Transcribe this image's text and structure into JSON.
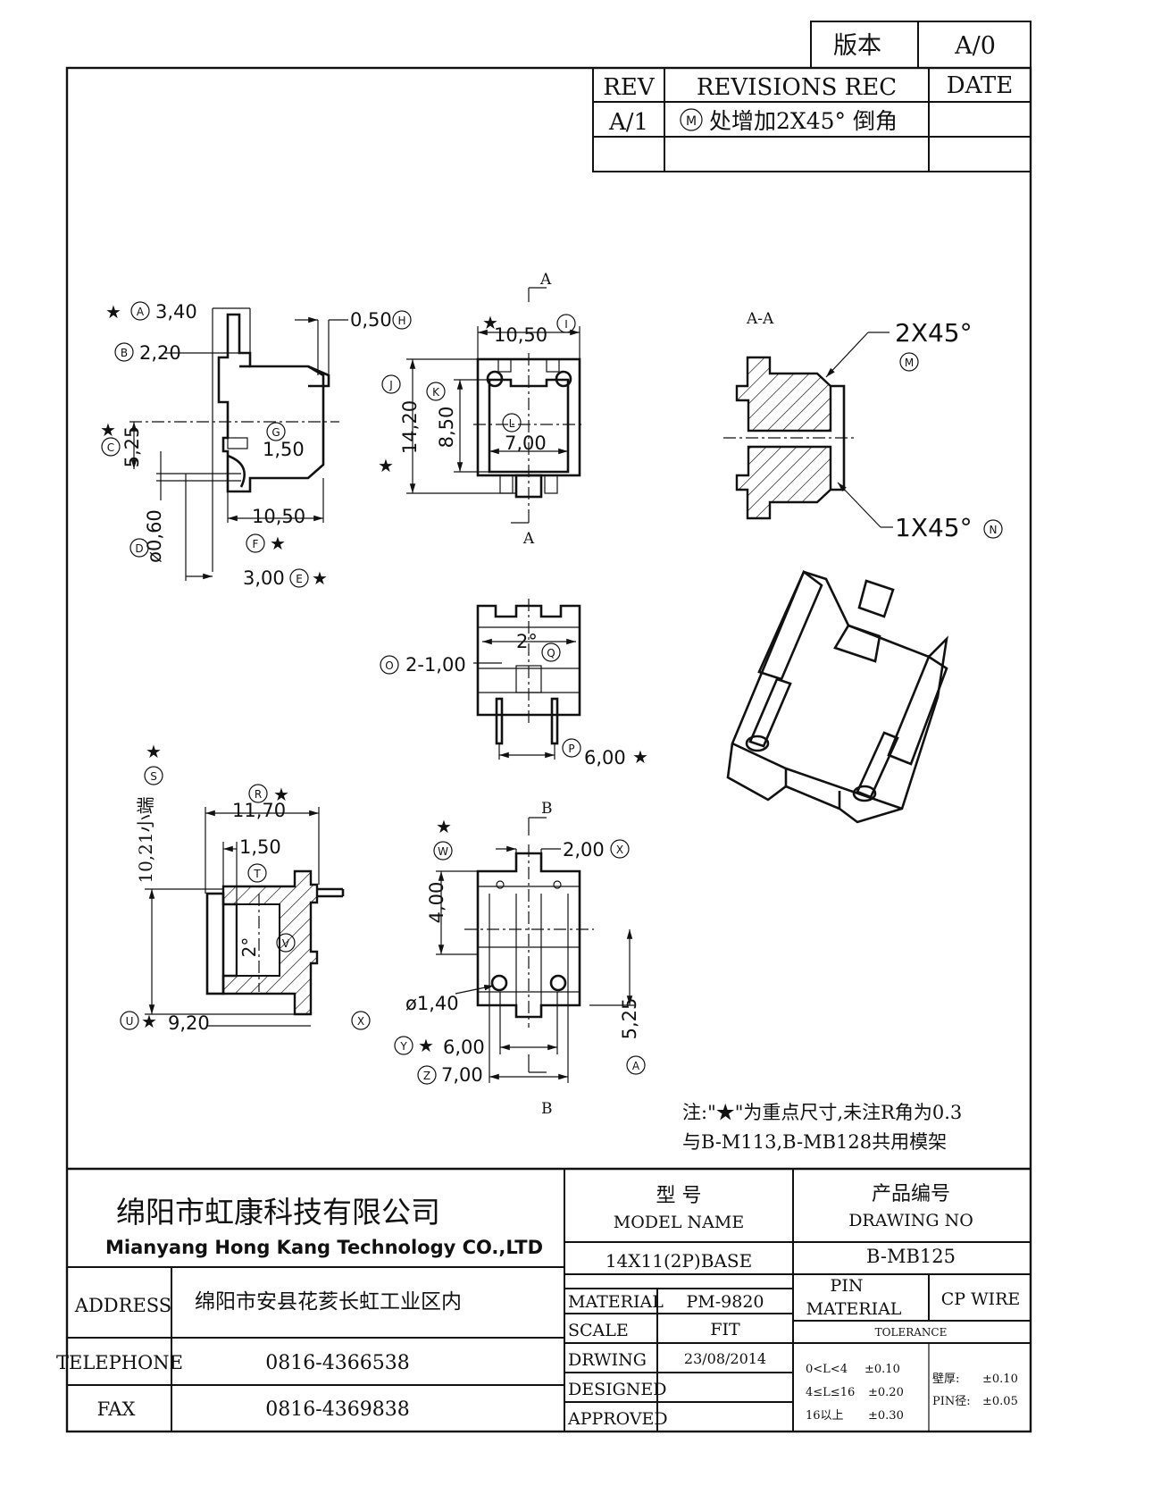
{
  "version_box": {
    "label": "版本",
    "value": "A/0"
  },
  "revisions": {
    "headers": {
      "rev": "REV",
      "rec": "REVISIONS REC",
      "date": "DATE"
    },
    "rows": [
      {
        "rev": "A/1",
        "marker": "M",
        "rec": "处增加2X45° 倒角",
        "date": ""
      }
    ]
  },
  "dims": {
    "a": "3,40",
    "a_m": "A",
    "b": "2,20",
    "b_m": "B",
    "c": "5,25",
    "c_m": "C",
    "d": "ø0,60",
    "d_m": "D",
    "e": "3,00",
    "e_m": "E",
    "f": "10,50",
    "f_m": "F",
    "g_m": "G",
    "h": "0,50",
    "h_m": "H",
    "i": "10,50",
    "i_m": "I",
    "j": "14,20",
    "j_m": "J",
    "k": "8,50",
    "k_m": "K",
    "l": "7,00",
    "l_m": "L",
    "side_150": "1,50",
    "o": "2-1,00",
    "o_m": "O",
    "q": "2°",
    "q_m": "Q",
    "p": "6,00",
    "p_m": "P",
    "r": "11,70",
    "r_m": "R",
    "s": "10,21小端",
    "s_m": "S",
    "t": "1,50",
    "t_m": "T",
    "v": "2°",
    "v_m": "V",
    "u": "9,20",
    "u_m": "U",
    "x_m": "X",
    "w": "4,00",
    "w_m": "W",
    "x": "2,00",
    "phi14": "ø1,40",
    "y": "6,00",
    "y_m": "Y",
    "z": "7,00",
    "z_m": "Z",
    "b525": "5,25",
    "b525_m": "A",
    "star": "★"
  },
  "section_aa": {
    "title": "A-A",
    "chamfer_top": "2X45°",
    "chamfer_top_m": "M",
    "chamfer_bottom": "1X45°",
    "chamfer_bottom_m": "N"
  },
  "cut_labels": {
    "a": "A",
    "b": "B"
  },
  "notes": {
    "line1": "注:\"★\"为重点尺寸,未注R角为0.3",
    "line2": "与B-M113,B-MB128共用模架"
  },
  "title_block": {
    "company_cn": "绵阳市虹康科技有限公司",
    "company_en": "Mianyang Hong Kang Technology CO.,LTD",
    "address_label": "ADDRESS",
    "address_value": "绵阳市安县花荄长虹工业区内",
    "telephone_label": "TELEPHONE",
    "telephone_value": "0816-4366538",
    "fax_label": "FAX",
    "fax_value": "0816-4369838",
    "model_cn": "型 号",
    "model_en": "MODEL NAME",
    "model_value": "14X11(2P)BASE",
    "drawing_cn": "产品编号",
    "drawing_en": "DRAWING NO",
    "drawing_value": "B-MB125",
    "material_label": "MATERIAL",
    "material_value": "PM-9820",
    "pin_label": "PIN",
    "pin_material_label": "MATERIAL",
    "pin_value": "CP WIRE",
    "scale_label": "SCALE",
    "scale_value": "FIT",
    "drwing_label": "DRWING",
    "drwing_value": "23/08/2014",
    "designed_label": "DESIGNED",
    "designed_value": "",
    "approved_label": "APPROVED",
    "approved_value": "",
    "tolerance_label": "TOLERANCE",
    "tol_rows": [
      {
        "range": "0<L<4",
        "value": "±0.10"
      },
      {
        "range": "4≤L≤16",
        "value": "±0.20"
      },
      {
        "range": "16以上",
        "value": "±0.30"
      }
    ],
    "wall_label": "壁厚:",
    "wall_value": "±0.10",
    "pin_dia_label": "PIN径:",
    "pin_dia_value": "±0.05"
  }
}
